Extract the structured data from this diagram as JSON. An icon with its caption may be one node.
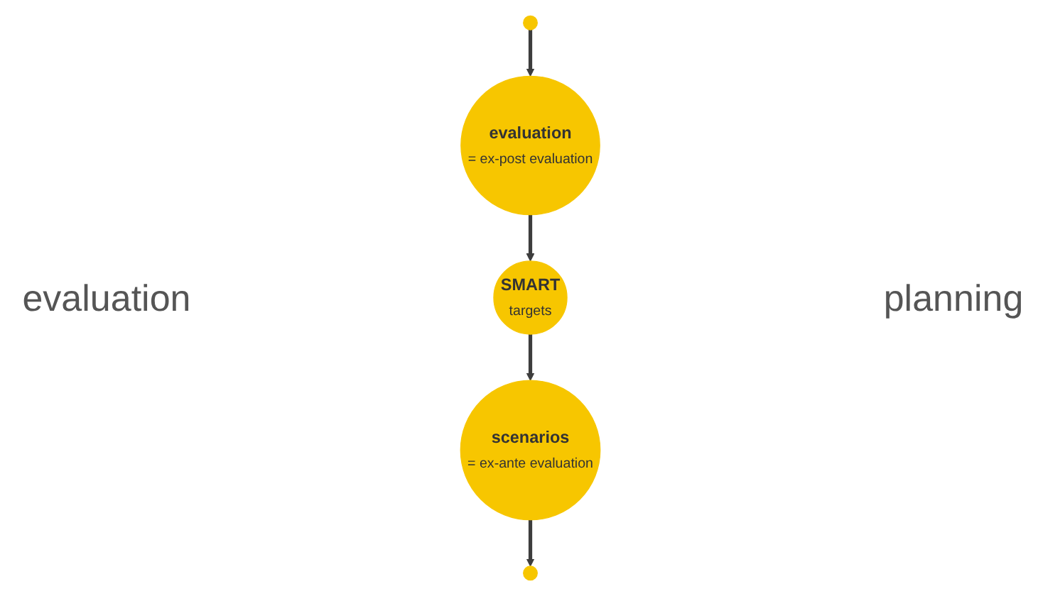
{
  "diagram": {
    "nodes": [
      {
        "text": [
          "SMART",
          "targets"
        ]
      },
      {
        "text": [
          "evaluation",
          "= ex-post evaluation"
        ]
      },
      {
        "text": [
          "scenarios",
          "= ex-ante evaluation"
        ]
      },
      {
        "text": [],
        "shape": "circle"
      },
      {
        "text": [],
        "shape": "circle"
      }
    ],
    "edges": [
      {
        "from": 1,
        "to": 0,
        "arrow": "to"
      },
      {
        "from": 0,
        "to": 2,
        "arrow": "to"
      },
      {
        "from": 2,
        "to": 4,
        "arrow": "to"
      },
      {
        "from": 3,
        "to": 1,
        "arrow": "to"
      }
    ],
    "labels": [
      "evaluation",
      "planning"
    ]
  }
}
